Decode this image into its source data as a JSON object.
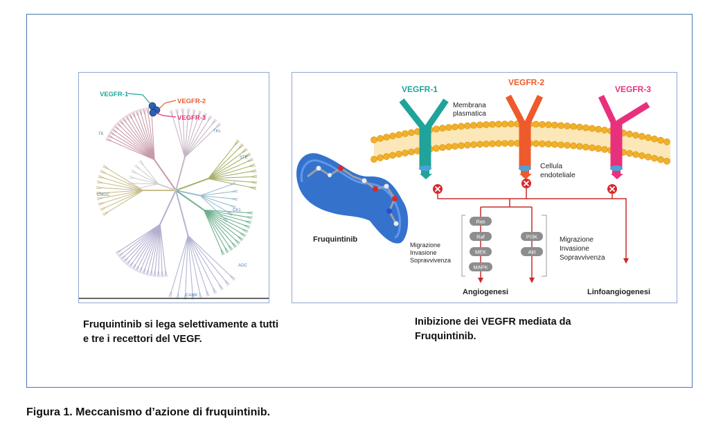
{
  "tree": {
    "vegfr1": "VEGFR-1",
    "vegfr2": "VEGFR-2",
    "vegfr3": "VEGFR-3",
    "families": [
      "TK",
      "TKL",
      "STE",
      "CMGC",
      "CK1",
      "AGC",
      "CAMK"
    ]
  },
  "pathway": {
    "vegfr1": "VEGFR-1",
    "vegfr2": "VEGFR-2",
    "vegfr3": "VEGFR-3",
    "membrane": [
      "Membrana",
      "plasmatica"
    ],
    "cell": [
      "Cellula",
      "endoteliale"
    ],
    "drug": "Fruquintinib",
    "left_effects": [
      "Migrazione",
      "Invasione",
      "Sopravvivenza"
    ],
    "right_effects": [
      "Migrazione",
      "Invasione",
      "Sopravvivenza"
    ],
    "mapk_chain": [
      "Ras",
      "Raf",
      "MEK",
      "MAPK"
    ],
    "pi3k_chain": [
      "PI3K",
      "Akt"
    ],
    "angiogenesis": "Angiogenesi",
    "lymphangiogenesis": "Linfoangiogenesi"
  },
  "captions": {
    "left": "Fruquintinib si lega selettivamente a tutti e tre i recettori del VEGF.",
    "right": "Inibizione dei VEGFR mediata da Fruquintinib.",
    "figure": "Figura 1. Meccanismo d’azione di fruquintinib."
  },
  "colors": {
    "frame": "#4a72b0",
    "vegfr1": "#1fa39a",
    "vegfr2": "#ee5a2c",
    "vegfr3": "#e8317d",
    "membrane": "#f0b02a",
    "inhibit": "#d62b2b",
    "signal": "#c72b2b",
    "molecule": "#1f63c7"
  }
}
